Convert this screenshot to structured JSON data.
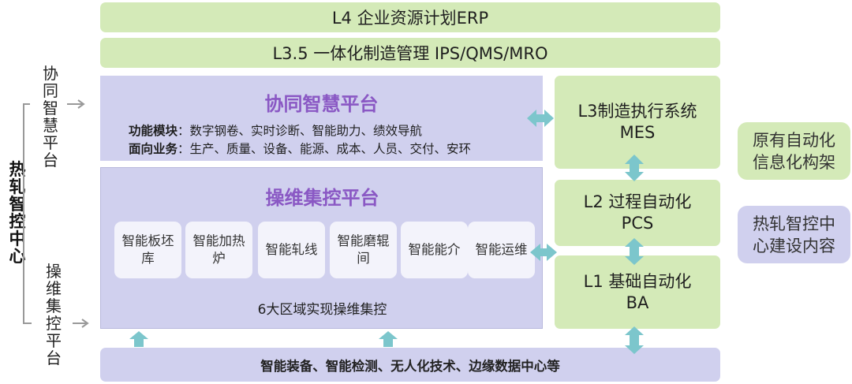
{
  "layers": {
    "l4": "L4 企业资源计划ERP",
    "l35": "L3.5 一体化制造管理 IPS/QMS/MRO",
    "l3": {
      "line1": "L3制造执行系统",
      "line2": "MES"
    },
    "l2": {
      "line1": "L2 过程自动化",
      "line2": "PCS"
    },
    "l1": {
      "line1": "L1 基础自动化",
      "line2": "BA"
    }
  },
  "collab_platform": {
    "title": "协同智慧平台",
    "functions_label": "功能模块",
    "functions_text": "：数字钢卷、实时诊断、智能助力、绩效导航",
    "business_label": "面向业务",
    "business_text": "：生产、质量、设备、能源、成本、人员、交付、安环"
  },
  "ops_platform": {
    "title": "操维集控平台",
    "modules": [
      {
        "label": "智能板坯库"
      },
      {
        "label": "智能加热炉"
      },
      {
        "label": "智能轧线"
      },
      {
        "label": "智能磨辊间"
      },
      {
        "label": "智能能介"
      },
      {
        "label": "智能运维"
      }
    ],
    "footer": "6大区域实现操维集控"
  },
  "bottom_bar": "智能装备、智能检测、无人化技术、边缘数据中心等",
  "left": {
    "main_label": "热轧智控中心",
    "upper_label": "协同智慧平台",
    "lower_label": "操维集控平台"
  },
  "legend": {
    "green_label": "原有自动化信息化构架",
    "purple_label": "热轧智控中心建设内容"
  },
  "colors": {
    "green": "#d4eab8",
    "purple": "#d0d0ee",
    "title_purple": "#8a58c4",
    "arrow_teal": "#7cc6cc"
  }
}
